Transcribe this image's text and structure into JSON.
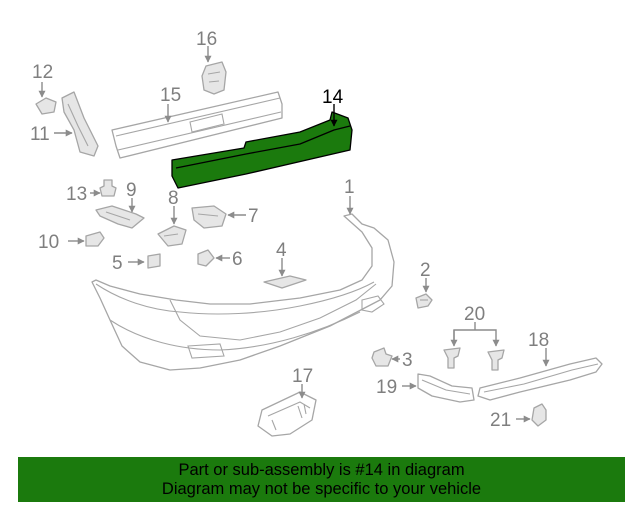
{
  "highlight_color": "#1b7a0d",
  "banner_color": "#1b7a0d",
  "callouts": {
    "p1": "1",
    "p2": "2",
    "p3": "3",
    "p4": "4",
    "p5": "5",
    "p6": "6",
    "p7": "7",
    "p8": "8",
    "p9": "9",
    "p10": "10",
    "p11": "11",
    "p12": "12",
    "p13": "13",
    "p14": "14",
    "p15": "15",
    "p16": "16",
    "p17": "17",
    "p18": "18",
    "p19": "19",
    "p20": "20",
    "p21": "21"
  },
  "banner": {
    "line1": "Part or sub-assembly is #14 in diagram",
    "line2": "Diagram may not be specific to your vehicle"
  }
}
